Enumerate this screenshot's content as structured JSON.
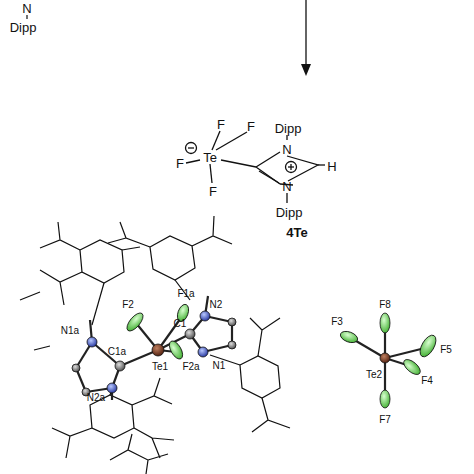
{
  "diagram": {
    "labels": [
      "N",
      "Dipp",
      "F",
      "F",
      "Te",
      "F",
      "F",
      "Dipp",
      "N",
      "H",
      "N",
      "Dipp",
      "4Te",
      "F1a",
      "F2",
      "N2",
      "C1",
      "N1a",
      "C1a",
      "Te1",
      "F2a",
      "N1",
      "N2a",
      "F8",
      "F3",
      "F5",
      "F4",
      "Te2",
      "F7"
    ]
  }
}
